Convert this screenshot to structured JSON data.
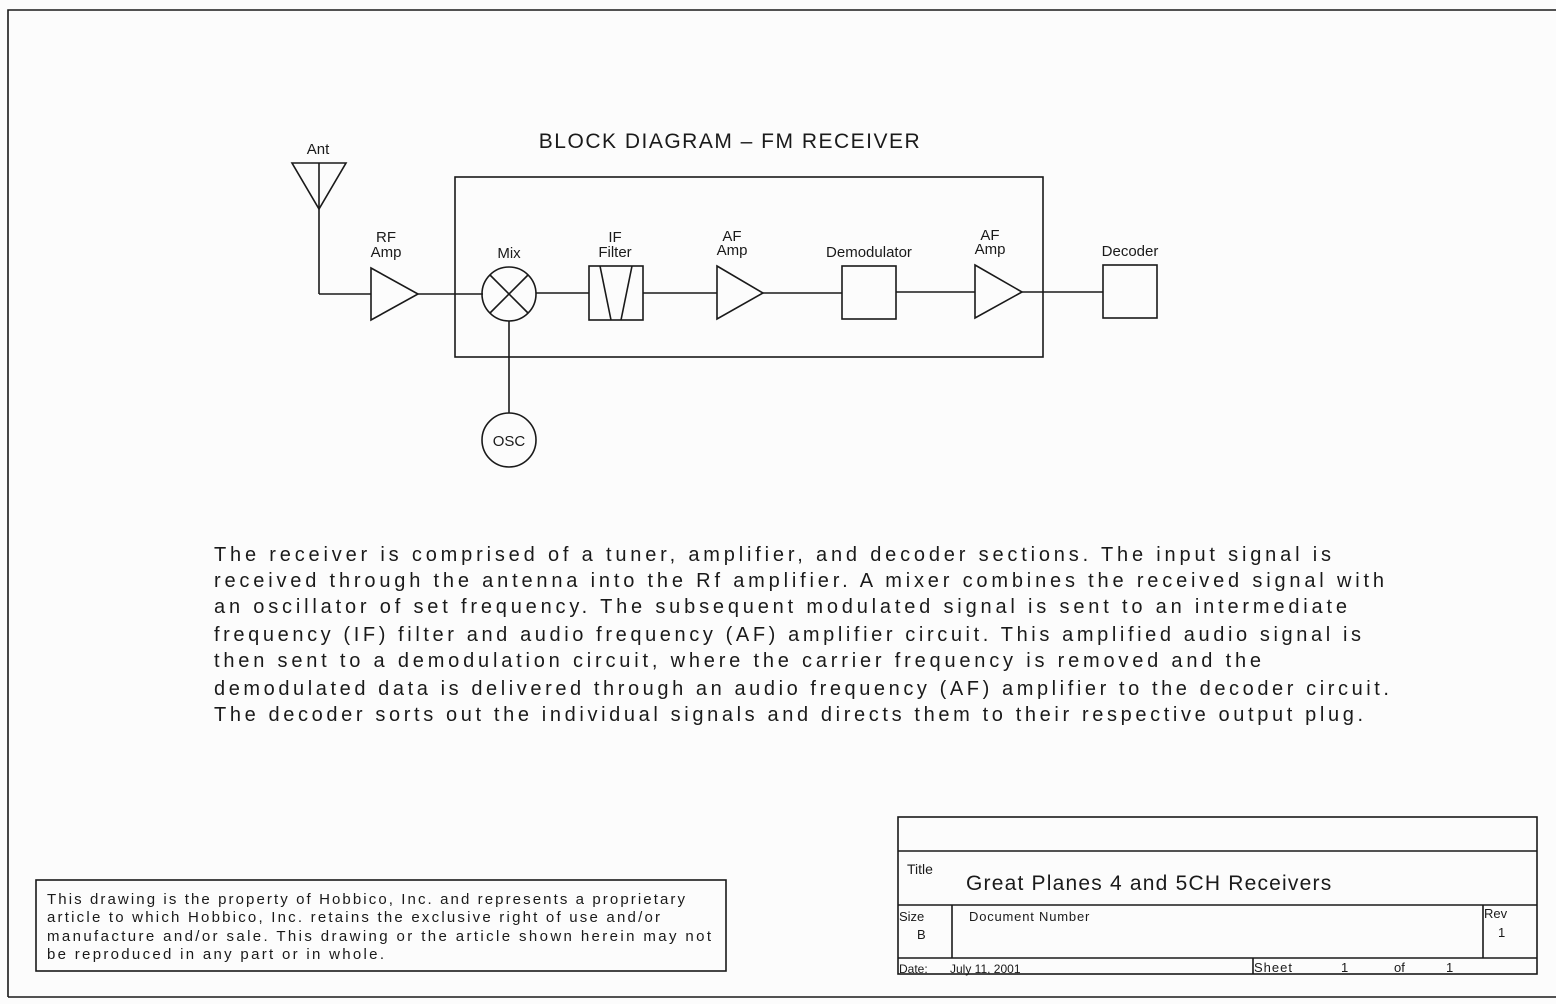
{
  "diagram": {
    "title": "BLOCK DIAGRAM  –  FM RECEIVER",
    "blocks": {
      "antenna": "Ant",
      "rf_amp": [
        "RF",
        "Amp"
      ],
      "mixer": "Mix",
      "if_filter": [
        "IF",
        "Filter"
      ],
      "af_amp_1": [
        "AF",
        "Amp"
      ],
      "demodulator": "Demodulator",
      "af_amp_2": [
        "AF",
        "Amp"
      ],
      "decoder": "Decoder",
      "oscillator": "OSC"
    }
  },
  "description": {
    "lines": [
      "The receiver is comprised of a tuner, amplifier, and decoder sections.  The input signal is",
      "received through the antenna into the Rf amplifier.  A mixer combines the received signal with",
      "an oscillator of set frequency.  The subsequent modulated signal is sent to an intermediate",
      "frequency (IF) filter and audio frequency (AF) amplifier circuit.  This amplified audio signal is",
      "then sent to a demodulation circuit, where the carrier frequency is removed and the",
      "demodulated data is delivered through an audio frequency (AF) amplifier to the decoder circuit.",
      "The decoder sorts out the individual signals and directs them to their respective output plug."
    ]
  },
  "notice": {
    "lines": [
      "This drawing is the property of Hobbico, Inc. and represents a proprietary",
      "article to which Hobbico, Inc. retains the exclusive right of use and/or",
      "manufacture and/or sale.  This drawing or the article shown herein may not",
      "be reproduced in any part or in whole."
    ]
  },
  "title_block": {
    "title_label": "Title",
    "title": "Great Planes 4 and 5CH Receivers",
    "size_label": "Size",
    "size": "B",
    "document_number_label": "Document Number",
    "rev_label": "Rev",
    "rev": "1",
    "date_label": "Date:",
    "date": "July 11, 2001",
    "sheet_label": "Sheet",
    "sheet": "1",
    "of_label": "of",
    "sheet_total": "1"
  }
}
